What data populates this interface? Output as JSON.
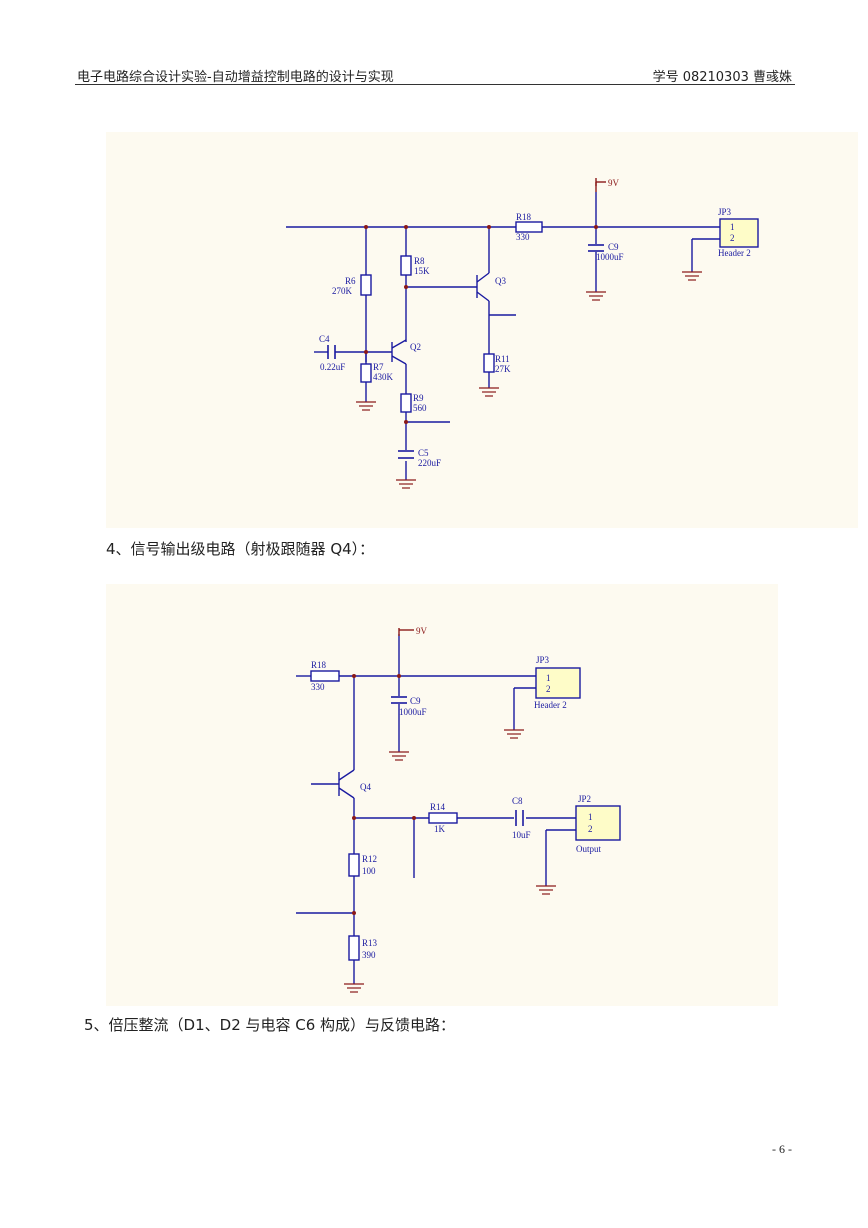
{
  "header": {
    "left": "电子电路综合设计实验-自动增益控制电路的设计与实现",
    "right": "学号 08210303 曹彧姝"
  },
  "figure1": {
    "vcc": "9V",
    "r18": {
      "ref": "R18",
      "val": "330"
    },
    "c9": {
      "ref": "C9",
      "val": "1000uF"
    },
    "jp3": {
      "ref": "JP3",
      "pin1": "1",
      "pin2": "2",
      "name": "Header 2"
    },
    "r6": {
      "ref": "R6",
      "val": "270K"
    },
    "r8": {
      "ref": "R8",
      "val": "15K"
    },
    "q3": "Q3",
    "c4": {
      "ref": "C4",
      "val": "0.22uF"
    },
    "q2": "Q2",
    "r7": {
      "ref": "R7",
      "val": "430K"
    },
    "r11": {
      "ref": "R11",
      "val": "27K"
    },
    "r9": {
      "ref": "R9",
      "val": "560"
    },
    "c5": {
      "ref": "C5",
      "val": "220uF"
    }
  },
  "caption4": "4、信号输出级电路（射极跟随器 Q4）：",
  "figure2": {
    "vcc": "9V",
    "r18": {
      "ref": "R18",
      "val": "330"
    },
    "c9": {
      "ref": "C9",
      "val": "1000uF"
    },
    "jp3": {
      "ref": "JP3",
      "pin1": "1",
      "pin2": "2",
      "name": "Header 2"
    },
    "q4": "Q4",
    "r14": {
      "ref": "R14",
      "val": "1K"
    },
    "c8": {
      "ref": "C8",
      "val": "10uF"
    },
    "jp2": {
      "ref": "JP2",
      "pin1": "1",
      "pin2": "2",
      "name": "Output"
    },
    "r12": {
      "ref": "R12",
      "val": "100"
    },
    "r13": {
      "ref": "R13",
      "val": "390"
    }
  },
  "caption5": "5、倍压整流（D1、D2 与电容 C6 构成）与反馈电路：",
  "page_number": "- 6 -",
  "colors": {
    "wire": "#1a1aa0",
    "power": "#8b1a1a",
    "panel": "#fdfaf0",
    "header_fill": "#fefcc8"
  }
}
